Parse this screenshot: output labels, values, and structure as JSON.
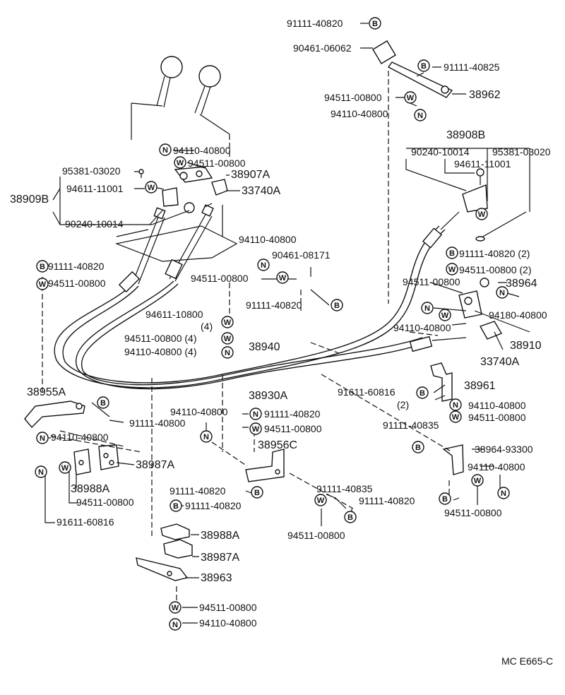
{
  "symbols": {
    "B": "B",
    "W": "W",
    "N": "N"
  },
  "footer": {
    "code": "MC E665-C"
  },
  "labels": [
    {
      "id": "l01",
      "text": "91111-40820"
    },
    {
      "id": "l02",
      "text": "90461-06062"
    },
    {
      "id": "l03",
      "text": "91111-40825"
    },
    {
      "id": "l04",
      "text": "94511-00800"
    },
    {
      "id": "l05",
      "text": "38962"
    },
    {
      "id": "l06",
      "text": "94110-40800"
    },
    {
      "id": "l07",
      "text": "38908B"
    },
    {
      "id": "l08",
      "text": "90240-10014"
    },
    {
      "id": "l09",
      "text": "95381-03020"
    },
    {
      "id": "l10",
      "text": "94611-11001"
    },
    {
      "id": "l11",
      "text": "94110-40800"
    },
    {
      "id": "l12",
      "text": "94511-00800"
    },
    {
      "id": "l13",
      "text": "95381-03020"
    },
    {
      "id": "l14",
      "text": "38907A"
    },
    {
      "id": "l15",
      "text": "94611-11001"
    },
    {
      "id": "l16",
      "text": "33740A"
    },
    {
      "id": "l17",
      "text": "38909B"
    },
    {
      "id": "l18",
      "text": "90240-10014"
    },
    {
      "id": "l19",
      "text": "94110-40800"
    },
    {
      "id": "l20",
      "text": "90461-08171"
    },
    {
      "id": "l21",
      "text": "94511-00800"
    },
    {
      "id": "l22",
      "text": "91111-40820"
    },
    {
      "id": "l23",
      "text": "91111-40820"
    },
    {
      "id": "l24",
      "text": "94511-00800"
    },
    {
      "id": "l25",
      "text": "91111-40820 (2)"
    },
    {
      "id": "l26",
      "text": "94511-00800 (2)"
    },
    {
      "id": "l27",
      "text": "94511-00800"
    },
    {
      "id": "l28",
      "text": "38964"
    },
    {
      "id": "l29",
      "text": "94180-40800"
    },
    {
      "id": "l30",
      "text": "94110-40800"
    },
    {
      "id": "l31",
      "text": "38910"
    },
    {
      "id": "l32",
      "text": "33740A"
    },
    {
      "id": "l33",
      "text": "94611-10800"
    },
    {
      "id": "l34",
      "text": "(4)"
    },
    {
      "id": "l35",
      "text": "94511-00800 (4)"
    },
    {
      "id": "l36",
      "text": "94110-40800 (4)"
    },
    {
      "id": "l37",
      "text": "38940"
    },
    {
      "id": "l38",
      "text": "38930A"
    },
    {
      "id": "l39",
      "text": "38961"
    },
    {
      "id": "l40",
      "text": "91611-60816"
    },
    {
      "id": "l41",
      "text": "(2)"
    },
    {
      "id": "l42",
      "text": "94110-40800"
    },
    {
      "id": "l43",
      "text": "94511-00800"
    },
    {
      "id": "l44",
      "text": "38955A"
    },
    {
      "id": "l45",
      "text": "91111-40800"
    },
    {
      "id": "l46",
      "text": "94110-40800"
    },
    {
      "id": "l47",
      "text": "94110-40800"
    },
    {
      "id": "l48",
      "text": "91111-40820"
    },
    {
      "id": "l49",
      "text": "94511-00800"
    },
    {
      "id": "l50",
      "text": "38956C"
    },
    {
      "id": "l51",
      "text": "91111-40835"
    },
    {
      "id": "l52",
      "text": "38964-93300"
    },
    {
      "id": "l53",
      "text": "94110-40800"
    },
    {
      "id": "l54",
      "text": "38987A"
    },
    {
      "id": "l55",
      "text": "38988A"
    },
    {
      "id": "l56",
      "text": "94511-00800"
    },
    {
      "id": "l57",
      "text": "91611-60816"
    },
    {
      "id": "l58",
      "text": "91111-40820"
    },
    {
      "id": "l59",
      "text": "91111-40820"
    },
    {
      "id": "l60",
      "text": "91111-40835"
    },
    {
      "id": "l61",
      "text": "91111-40820"
    },
    {
      "id": "l62",
      "text": "94511-00800"
    },
    {
      "id": "l63",
      "text": "94511-00800"
    },
    {
      "id": "l64",
      "text": "38988A"
    },
    {
      "id": "l65",
      "text": "38987A"
    },
    {
      "id": "l66",
      "text": "38963"
    },
    {
      "id": "l67",
      "text": "94511-00800"
    },
    {
      "id": "l68",
      "text": "94110-40800"
    }
  ]
}
